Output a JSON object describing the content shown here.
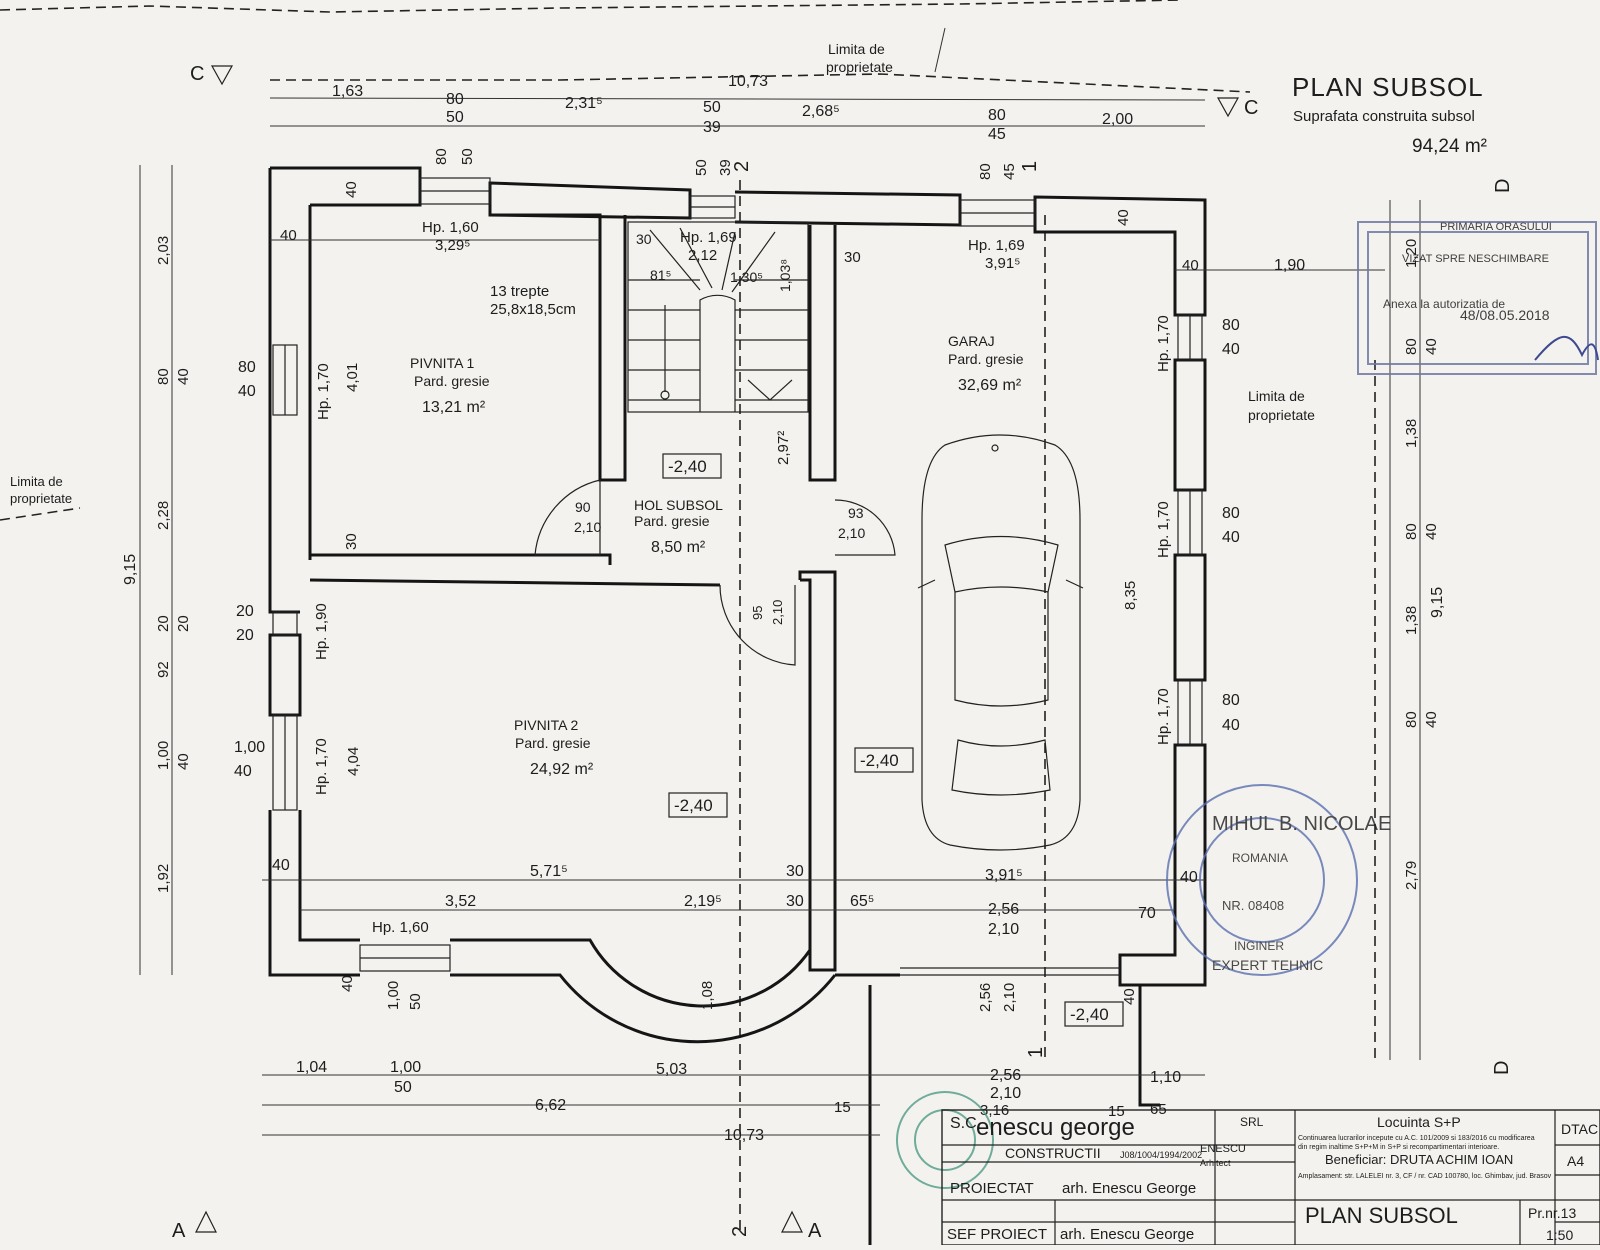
{
  "title": {
    "main": "PLAN  SUBSOL",
    "sub": "Suprafata construita subsol",
    "area": "94,24 m²"
  },
  "property_limit": [
    "Limita de",
    "proprietate"
  ],
  "rooms": [
    {
      "id": "pivnita1",
      "name": "PIVNITA  1",
      "finish": "Pard. gresie",
      "area": "13,21 m²"
    },
    {
      "id": "hol",
      "name": "HOL SUBSOL",
      "finish": "Pard. gresie",
      "area": "8,50 m²"
    },
    {
      "id": "garaj",
      "name": "GARAJ",
      "finish": "Pard. gresie",
      "area": "32,69 m²"
    },
    {
      "id": "pivnita2",
      "name": "PIVNITA  2",
      "finish": "Pard. gresie",
      "area": "24,92 m²"
    }
  ],
  "stairs": {
    "line1": "13 trepte",
    "line2": "25,8x18,5cm"
  },
  "levels": {
    "l1": "-2,40",
    "l2": "-2,40",
    "l3": "-2,40",
    "l4": "-2,40"
  },
  "sections": {
    "c": "C",
    "a": "A",
    "d": "D",
    "n1": "1",
    "n2": "2"
  },
  "dims": {
    "top_total": "10,73",
    "top": [
      "1,63",
      "80",
      "50",
      "2,31⁵",
      "50",
      "39",
      "2,68⁵",
      "80",
      "45",
      "2,00"
    ],
    "hp160": "Hp. 1,60",
    "hp169": "Hp. 1,69",
    "hp170": "Hp. 1,70",
    "hp190": "Hp. 1,90",
    "d40": "40",
    "d30": "30",
    "d80": "80",
    "d50": "50",
    "d20": "20",
    "d100": "1,00",
    "d329": "3,29⁵",
    "d212": "2,12",
    "d130": "1,30⁵",
    "d815": "81⁵",
    "d103": "1,03⁸",
    "d391": "3,91⁵",
    "d190": "1,90",
    "d401": "4,01",
    "d404": "4,04",
    "d297": "2,97²",
    "d90": "90",
    "d93": "93",
    "d95": "95",
    "d210": "2,10",
    "d571": "5,71⁵",
    "d352": "3,52",
    "d219": "2,19⁵",
    "d655": "65⁵",
    "d256": "2,56",
    "d70": "70",
    "d108": "1,08",
    "d503": "5,03",
    "d104": "1,04",
    "d662": "6,62",
    "d15": "15",
    "d316": "3,16",
    "d65": "65",
    "d110": "1,10",
    "d835": "8,35",
    "d915": "9,15",
    "d203": "2,03",
    "d228": "2,28",
    "d92": "92",
    "d192": "1,92",
    "d138": "1,38",
    "d279": "2,79",
    "d120": "1,20"
  },
  "titleblock": {
    "company": "enescu george",
    "company2": "CONSTRUCTII",
    "sc": "S.C.",
    "srl": "SRL",
    "reg": "J08/1004/1994/2002",
    "project": "Locuinta  S+P",
    "desc1": "Continuarea lucrarilor incepute cu A.C. 101/2009 si 183/2016 cu modificarea",
    "desc2": "din regim inaltime S+P+M in S+P si recompartimentari interioare.",
    "beneficiar": "Beneficiar: DRUTA ACHIM  IOAN",
    "amplasament": "Amplasament: str. LALELEI nr. 3, CF / nr. CAD 100780, loc. Ghimbav, jud. Brasov",
    "phase": "DTAC",
    "format": "A4",
    "proiectat_label": "PROIECTAT",
    "proiectat": "arh. Enescu George",
    "sef_label": "SEF PROIECT",
    "sef": "arh. Enescu George",
    "sheet": "PLAN  SUBSOL",
    "prnr": "Pr.nr.13",
    "scale": "1:50"
  },
  "stamps": {
    "primaria": "PRIMARIA ORASULUI",
    "vizat": "VIZAT SPRE NESCHIMBARE",
    "anexa": "Anexa la autorizatia de",
    "nr": "48/08.05.2018",
    "expert1": "MIHUL B. NICOLAE",
    "expert2": "ROMANIA",
    "expert3": "NR. 08408",
    "expert4": "INGINER",
    "expert5": "EXPERT TEHNIC",
    "arch": "ENESCU",
    "arch2": "Arhitect"
  }
}
